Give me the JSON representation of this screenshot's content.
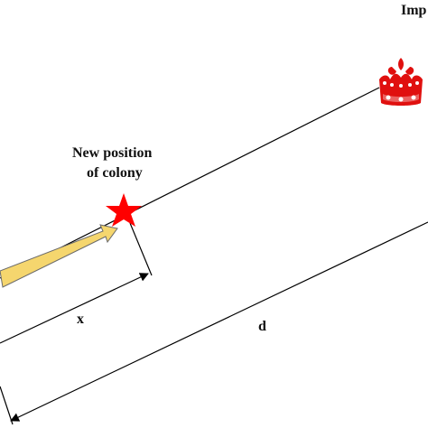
{
  "diagram": {
    "imperialist_label": "Imp",
    "colony_label_line1": "New position",
    "colony_label_line2": "of colony",
    "x_label": "x",
    "d_label": "d"
  },
  "colors": {
    "line": "#000000",
    "arrow_fill": "#f5d66e",
    "arrow_stroke": "#6b6b6b",
    "star": "#ff0000",
    "crown": "#e0100f"
  },
  "icons": {
    "imperialist": "crown-icon",
    "colony": "star-icon"
  }
}
